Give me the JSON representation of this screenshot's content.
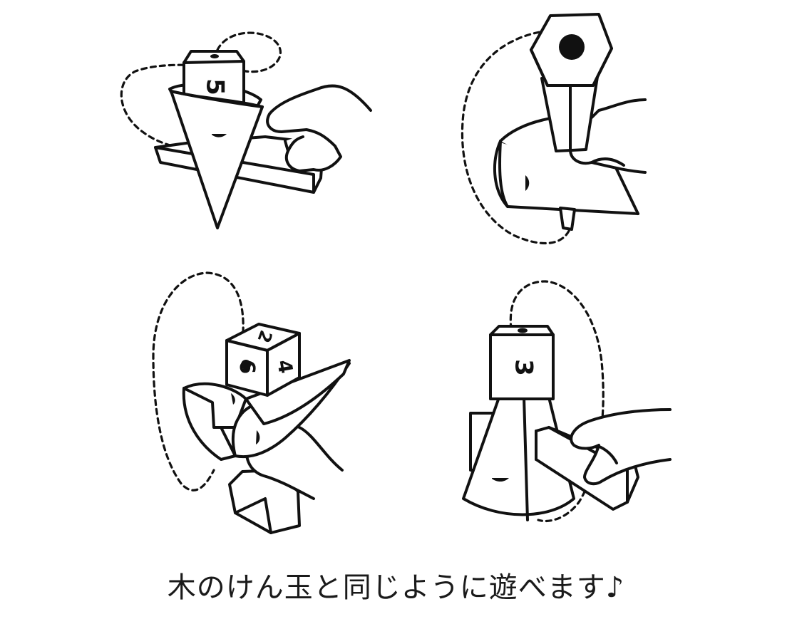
{
  "caption": "木のけん玉と同じように遊べます♪",
  "panels": [
    {
      "id": "top-left",
      "die_face": "5"
    },
    {
      "id": "top-right",
      "die_face": "●"
    },
    {
      "id": "bottom-left",
      "die_faces": [
        "2",
        "6",
        "4"
      ]
    },
    {
      "id": "bottom-right",
      "die_face": "3"
    }
  ],
  "colors": {
    "ink": "#111111",
    "background": "#ffffff"
  }
}
